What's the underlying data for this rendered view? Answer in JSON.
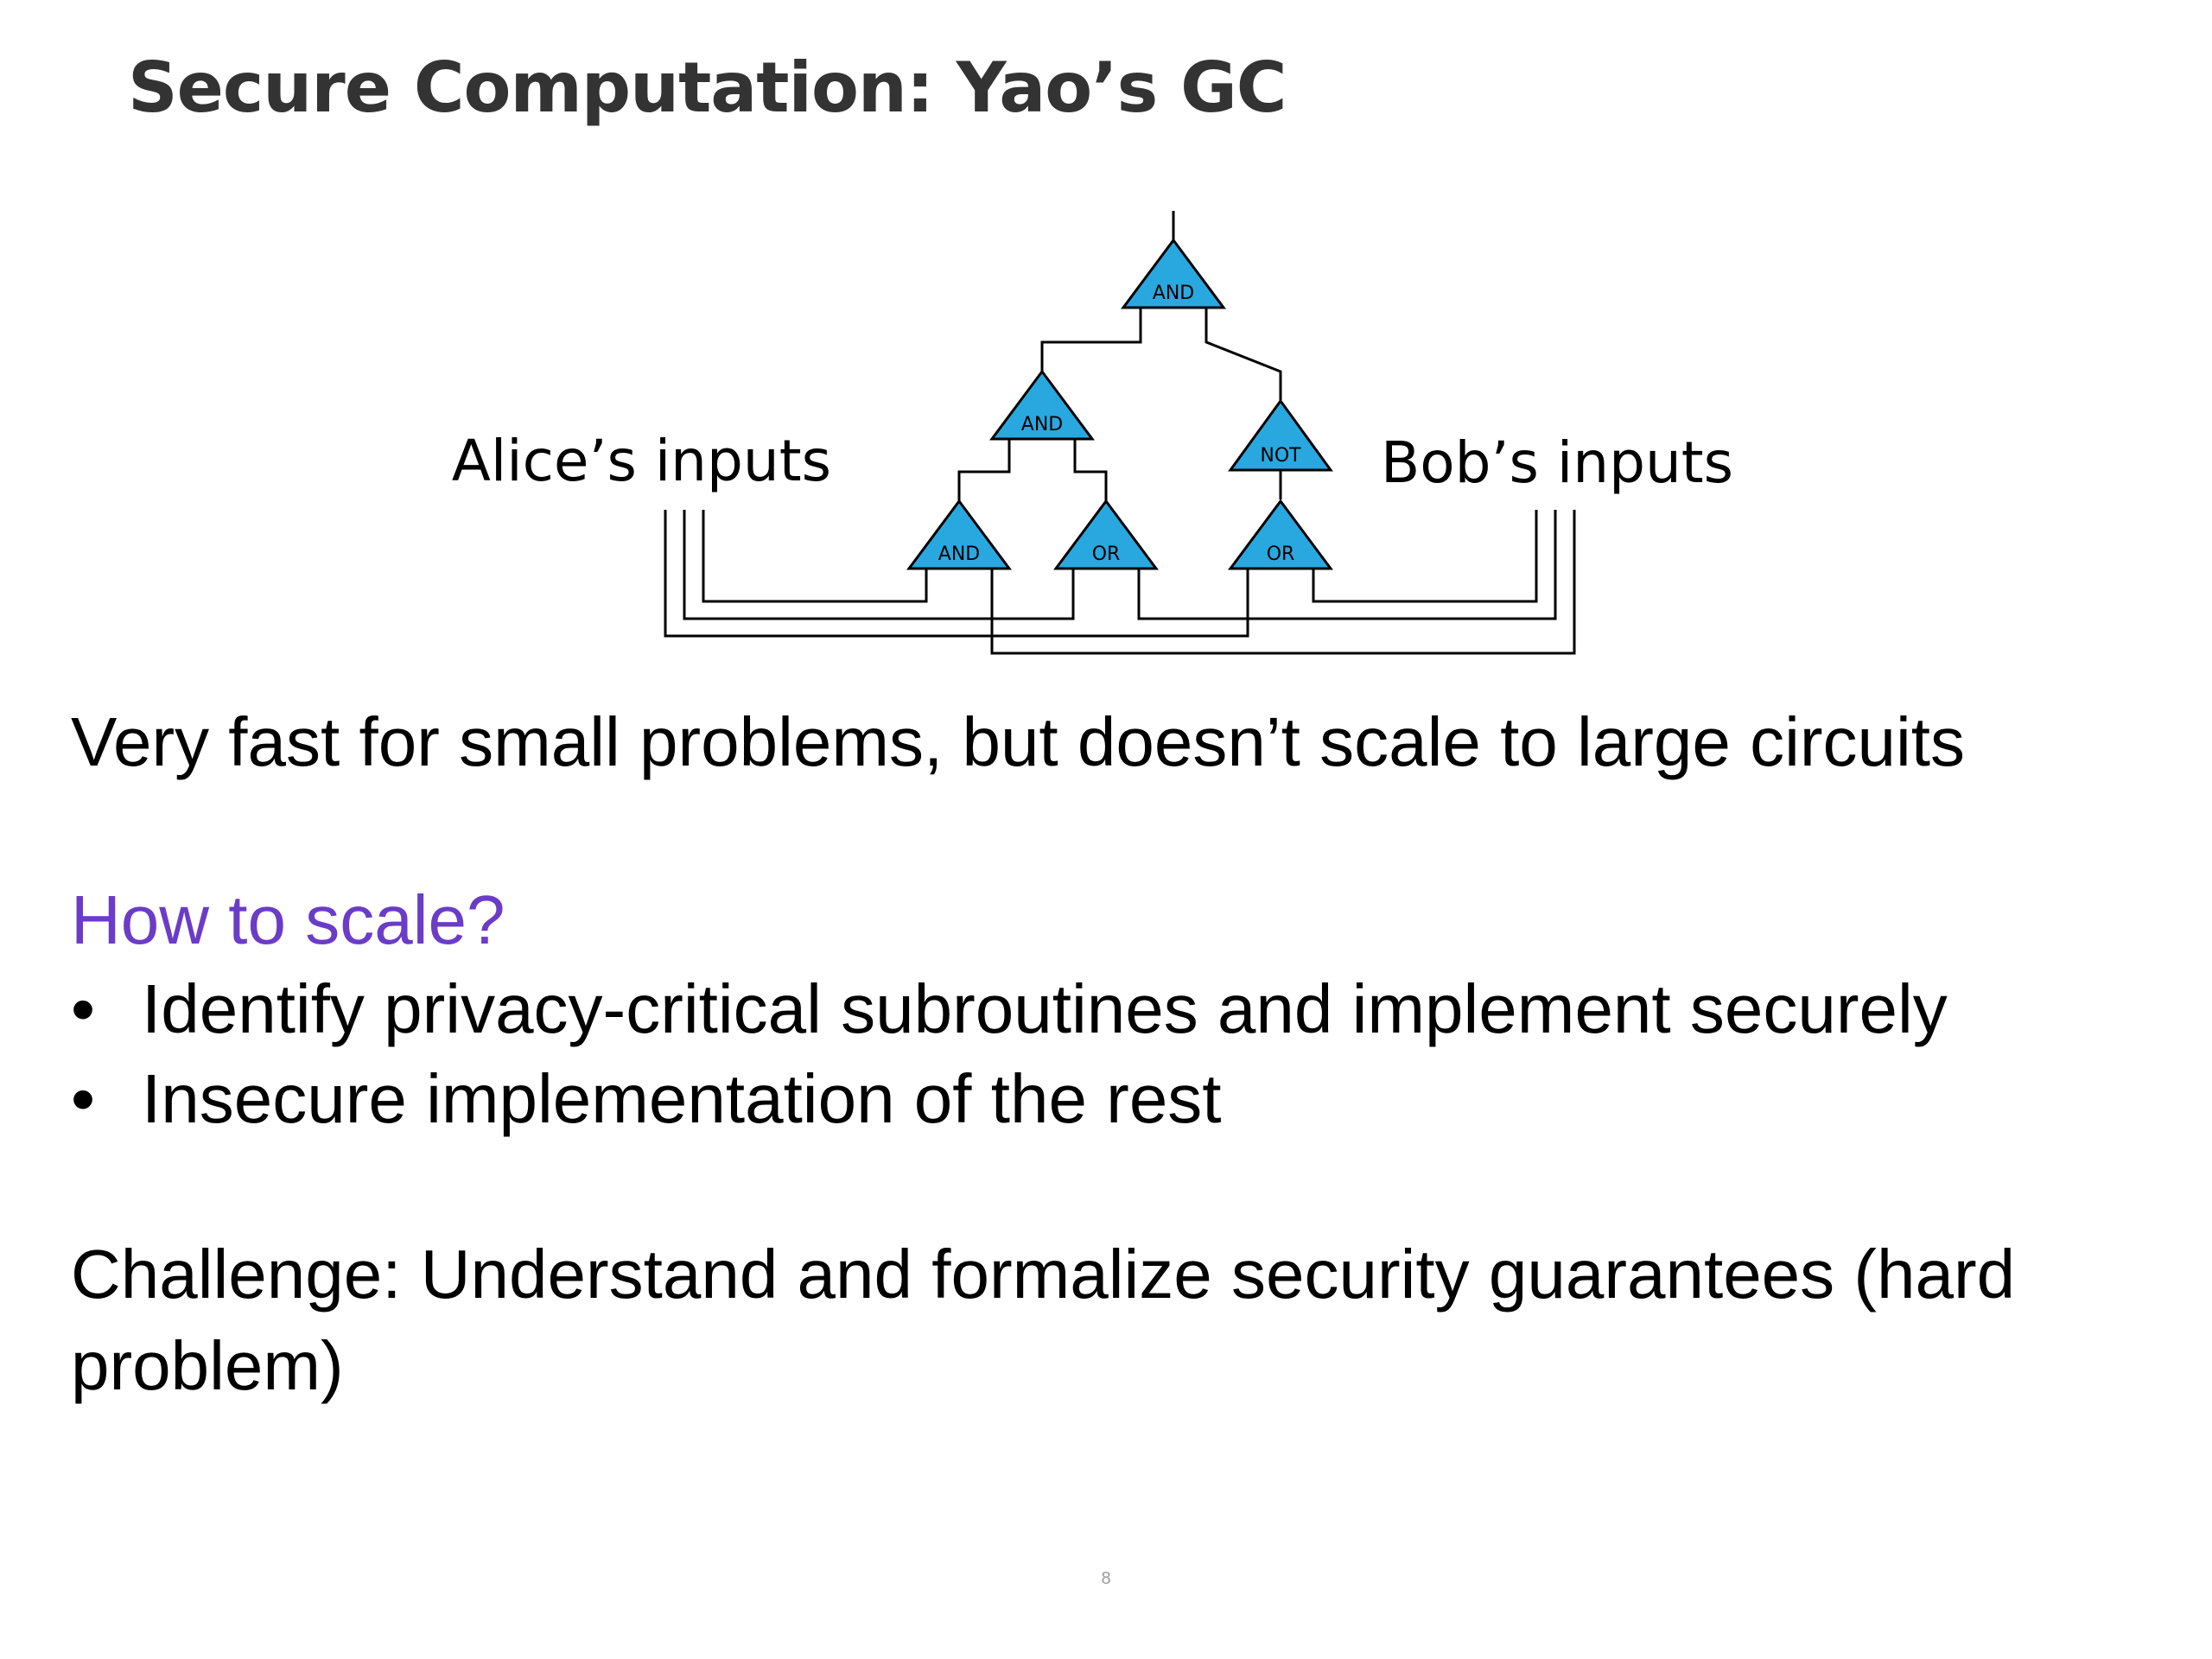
{
  "slide": {
    "title": "Secure Computation: Yao’s GC",
    "page_number": "8"
  },
  "diagram": {
    "alice_label": "Alice’s inputs",
    "bob_label": "Bob’s inputs",
    "gate_color": "#29a8e0",
    "gates": {
      "root_and": "AND",
      "mid_and": "AND",
      "mid_not": "NOT",
      "bottom_and": "AND",
      "bottom_or_left": "OR",
      "bottom_or_right": "OR"
    }
  },
  "content": {
    "fast_line": "Very fast for small problems, but doesn’t scale to large circuits",
    "scale_heading": "How to scale?",
    "scale_heading_color": "#6a3cc8",
    "bullet_glyph": "•",
    "bullets": [
      "Identify privacy-critical subroutines and implement securely",
      "Insecure implementation of the rest"
    ],
    "challenge": "Challenge: Understand and formalize security guarantees (hard problem)"
  }
}
